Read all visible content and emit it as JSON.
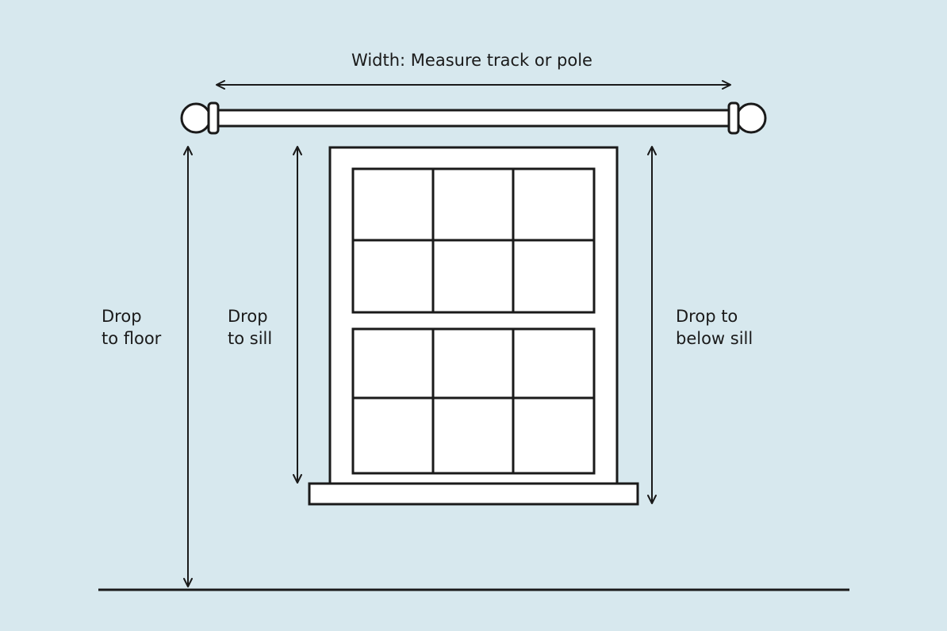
{
  "labels": {
    "width": "Width: Measure track or pole",
    "drop_floor": [
      "Drop",
      "to floor"
    ],
    "drop_sill": [
      "Drop",
      "to sill"
    ],
    "drop_below_sill": [
      "Drop to",
      "below sill"
    ]
  },
  "colors": {
    "background": "#d7e8ee",
    "stroke": "#1a1a1a",
    "fill": "#ffffff"
  },
  "icons": {
    "pole": "curtain-pole-icon",
    "window": "sash-window-icon"
  }
}
